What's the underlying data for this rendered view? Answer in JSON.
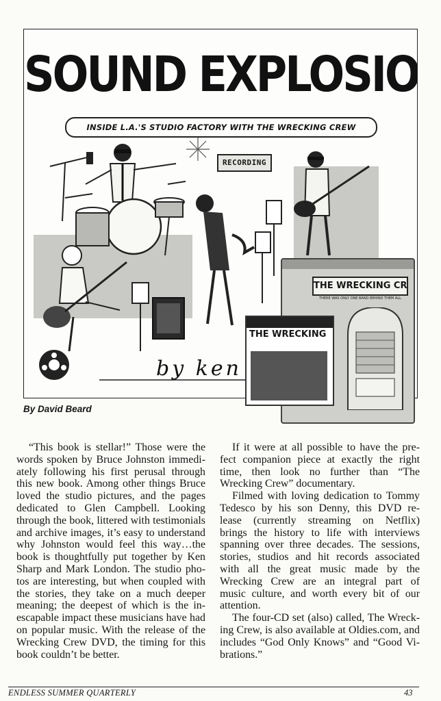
{
  "illustration": {
    "headline": "SOUND EXPLOSION!",
    "subhead": "INSIDE L.A.'S STUDIO FACTORY WITH THE WRECKING CREW",
    "sign": "RECORDING",
    "signature": "by ken sh",
    "icons": [
      "microphone-icon",
      "drum-kit-icon",
      "saxophone-icon",
      "guitar-icon",
      "tape-reel-icon",
      "amplifier-icon"
    ]
  },
  "dvd": {
    "title": "THE WRECKING CREW!",
    "tagline": "THERE WAS ONLY ONE BAND BEHIND THEM ALL"
  },
  "cd": {
    "title": "THE WRECKING CREW"
  },
  "byline": "By David Beard",
  "article": {
    "col1": [
      "“This book is stellar!” Those were the",
      "words spoken by Bruce Johnston immedi-",
      "ately following his first perusal through",
      "this new book. Among other things Bruce",
      "loved the studio pictures, and the pages",
      "dedicated to Glen Campbell. Looking",
      "through the book, littered with testimonials",
      "and archive images, it’s easy to understand",
      "why Johnston would feel this way…the",
      "book is thoughtfully put together by Ken",
      "Sharp and Mark London. The studio pho-",
      "tos are interesting, but when coupled with",
      "the stories, they take on a much deeper",
      "meaning; the deepest of which is the in-",
      "escapable impact these musicians have had",
      "on popular music. With the release of the",
      "Wrecking Crew DVD, the timing for this",
      "book couldn’t be better."
    ],
    "col2": [
      "If it were at all possible to have the pre-",
      "fect companion piece at exactly the right",
      "time, then look no further than “The",
      "Wrecking Crew” documentary.",
      "Filmed with loving dedication to Tommy",
      "Tedesco by his son Denny, this DVD re-",
      "lease (currently streaming on Netflix)",
      "brings the history to life with interviews",
      "spanning over three decades. The sessions,",
      "stories, studios and hit records associated",
      "with all the great music made by the",
      "Wrecking Crew are an integral part of",
      "music culture, and worth every bit of our",
      "attention.",
      "The four-CD set (also) called, The Wreck-",
      "ing Crew, is also available at Oldies.com, and",
      "includes “God Only Knows” and “Good Vi-",
      "brations.”"
    ]
  },
  "footer": {
    "publication": "ENDLESS SUMMER QUARTERLY",
    "page_number": "43"
  }
}
